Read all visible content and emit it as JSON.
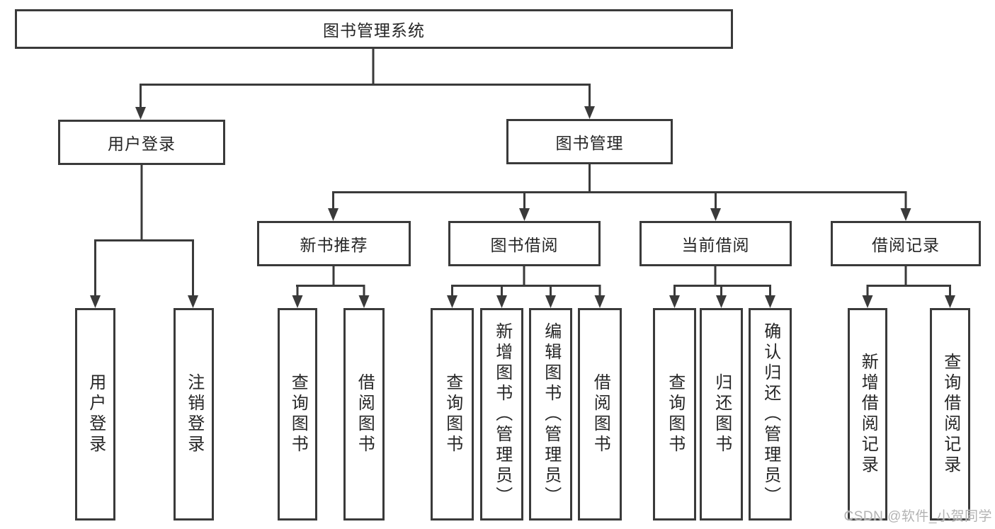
{
  "tree": {
    "root": "图书管理系统",
    "branches": [
      {
        "label": "用户登录",
        "children": [
          "用户登录",
          "注销登录"
        ]
      },
      {
        "label": "图书管理",
        "groups": [
          {
            "label": "新书推荐",
            "children": [
              "查询图书",
              "借阅图书"
            ]
          },
          {
            "label": "图书借阅",
            "children": [
              "查询图书",
              "新增图书（管理员）",
              "编辑图书（管理员）",
              "借阅图书"
            ]
          },
          {
            "label": "当前借阅",
            "children": [
              "查询图书",
              "归还图书",
              "确认归还（管理员）"
            ]
          },
          {
            "label": "借阅记录",
            "children": [
              "新增借阅记录",
              "查询借阅记录"
            ]
          }
        ]
      }
    ]
  },
  "watermark": "CSDN @软件_小贺同学",
  "colors": {
    "line": "#3a3a3a",
    "text": "#262626",
    "watermark": "#b3b3b3",
    "background": "#ffffff"
  }
}
